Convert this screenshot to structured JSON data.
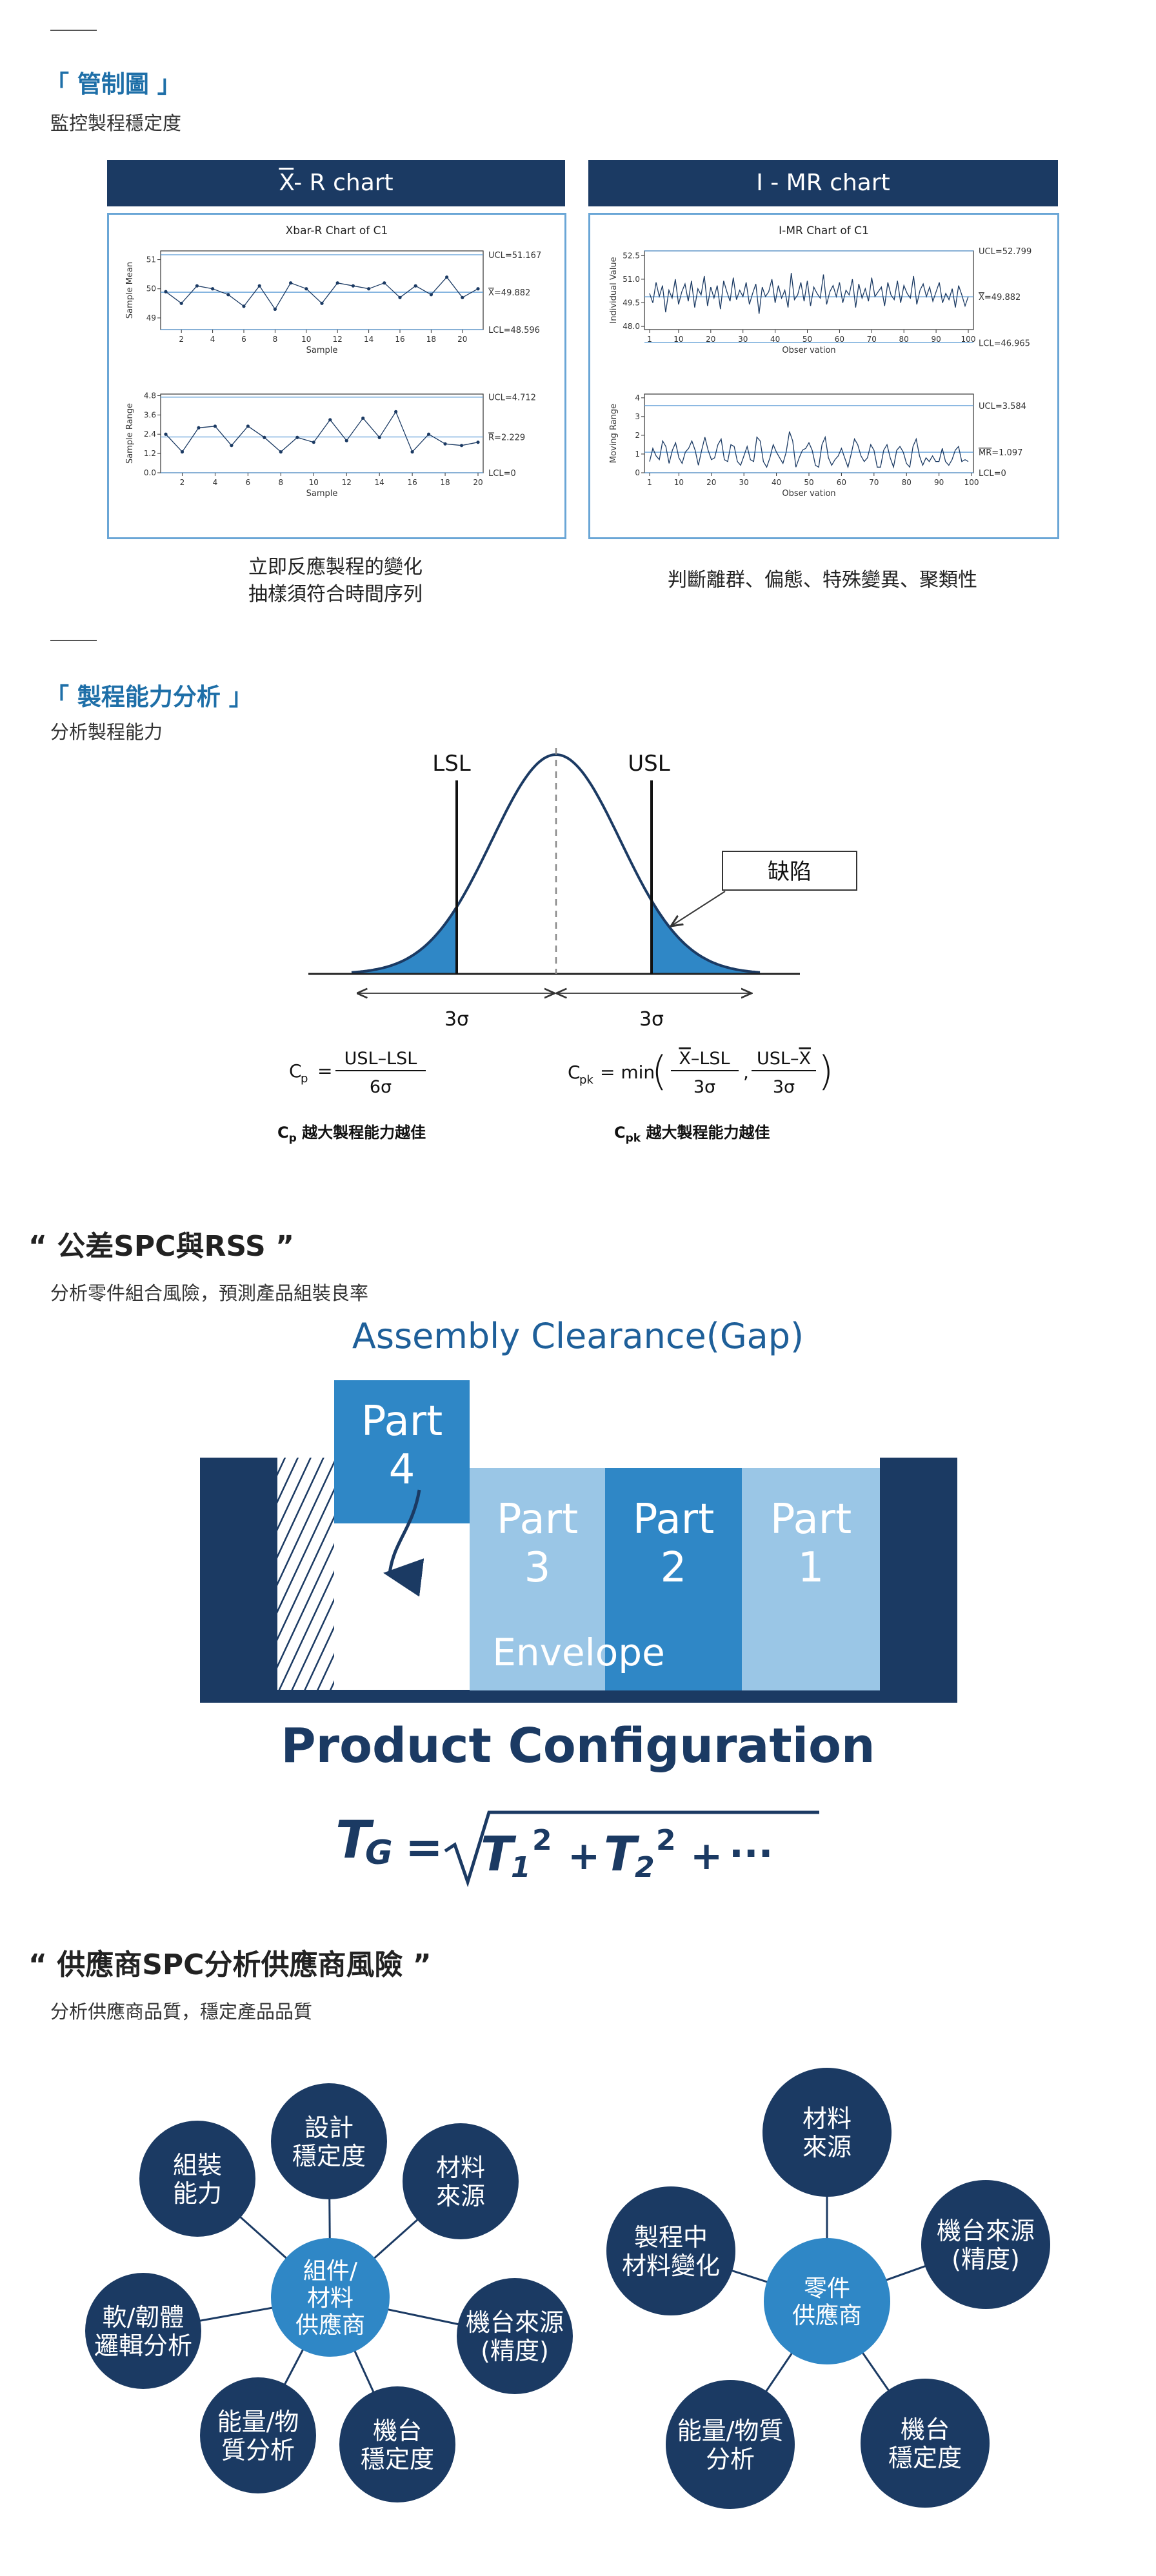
{
  "section1": {
    "title": "「 管制圖 」",
    "subtitle": "監控製程穩定度",
    "xbar_header": "- R chart",
    "xbar_header_symbol": "X",
    "imr_header": "I - MR chart",
    "xbar_chart_title": "Xbar-R Chart of C1",
    "imr_chart_title": "I-MR Chart of C1",
    "xbar_ylabel_top": "Sample Mean",
    "xbar_ylabel_bottom": "Sample Range",
    "xbar_xlabel": "Sample",
    "imr_ylabel_top": "Individual Value",
    "imr_ylabel_bottom": "Moving Range",
    "imr_xlabel": "Obser vation",
    "xbar_ucl": "UCL=51.167",
    "xbar_center": "=49.882",
    "xbar_lcl": "LCL=48.596",
    "r_ucl": "UCL=4.712",
    "r_center": "=2.229",
    "r_lcl": "LCL=0",
    "i_ucl": "UCL=52.799",
    "i_center": "=49.882",
    "i_lcl": "LCL=46.965",
    "mr_ucl": "UCL=3.584",
    "mr_center": "=1.097",
    "mr_lcl": "LCL=0",
    "caption_left_1": "立即反應製程的變化",
    "caption_left_2": "抽樣須符合時間序列",
    "caption_right": "判斷離群、偏態、特殊變異、聚類性"
  },
  "section2": {
    "title": "「 製程能力分析 」",
    "subtitle": "分析製程能力",
    "lsl": "LSL",
    "usl": "USL",
    "defect": "缺陷",
    "sigma_left": "3σ",
    "sigma_right": "3σ",
    "cp_caption": "越大製程能力越佳",
    "cpk_caption": "越大製程能力越佳"
  },
  "section3": {
    "title": "“ 公差SPC與RSS ”",
    "subtitle": "分析零件組合風險，預測產品組裝良率",
    "diagram_title": "Assembly Clearance(Gap)",
    "part4": [
      "Part",
      "4"
    ],
    "part3": [
      "Part",
      "3"
    ],
    "part2": [
      "Part",
      "2"
    ],
    "part1": [
      "Part",
      "1"
    ],
    "envelope": "Envelope",
    "config_title": "Product Configuration"
  },
  "section4": {
    "title": "“ 供應商SPC分析供應商風險 ”",
    "subtitle": "分析供應商品質，穩定產品品質",
    "left_center": [
      "組件/",
      "材料",
      "供應商"
    ],
    "left_nodes": [
      [
        "設計",
        "穩定度"
      ],
      [
        "材料",
        "來源"
      ],
      [
        "機台來源",
        "(精度)"
      ],
      [
        "機台",
        "穩定度"
      ],
      [
        "能量/物",
        "質分析"
      ],
      [
        "軟/韌體",
        "邏輯分析"
      ],
      [
        "組裝",
        "能力"
      ]
    ],
    "right_center": [
      "零件",
      "供應商"
    ],
    "right_nodes": [
      [
        "材料",
        "來源"
      ],
      [
        "機台來源",
        "(精度)"
      ],
      [
        "機台",
        "穩定度"
      ],
      [
        "能量/物質",
        "分析"
      ],
      [
        "製程中",
        "材料變化"
      ]
    ]
  },
  "colors": {
    "navy": "#1b3a63",
    "blue": "#2f87c6",
    "light_blue": "#9ac6e6",
    "heading_blue": "#1e6fa8"
  },
  "chart_data": [
    {
      "type": "line",
      "title": "Xbar-R Chart of C1",
      "panel": "Sample Mean",
      "xlabel": "Sample",
      "ylabel": "Sample Mean",
      "x": [
        1,
        2,
        3,
        4,
        5,
        6,
        7,
        8,
        9,
        10,
        11,
        12,
        13,
        14,
        15,
        16,
        17,
        18,
        19,
        20
      ],
      "values": [
        49.9,
        49.5,
        50.1,
        50.0,
        49.8,
        49.4,
        50.1,
        49.3,
        50.2,
        50.0,
        49.5,
        50.2,
        50.1,
        50.0,
        50.2,
        49.7,
        50.1,
        49.8,
        50.4,
        49.7,
        50.0
      ],
      "ucl": 51.167,
      "center": 49.882,
      "lcl": 48.596,
      "ylim": [
        48.6,
        51.3
      ],
      "yticks": [
        49,
        50,
        51
      ],
      "xticks": [
        2,
        4,
        6,
        8,
        10,
        12,
        14,
        16,
        18,
        20
      ]
    },
    {
      "type": "line",
      "title": "Xbar-R Chart of C1",
      "panel": "Sample Range",
      "xlabel": "Sample",
      "ylabel": "Sample Range",
      "x": [
        1,
        2,
        3,
        4,
        5,
        6,
        7,
        8,
        9,
        10,
        11,
        12,
        13,
        14,
        15,
        16,
        17,
        18,
        19,
        20
      ],
      "values": [
        2.4,
        1.3,
        2.8,
        2.9,
        1.7,
        2.9,
        2.2,
        1.3,
        2.2,
        1.9,
        3.3,
        2.0,
        3.4,
        2.2,
        3.8,
        1.3,
        2.4,
        1.8,
        1.7,
        1.9
      ],
      "ucl": 4.712,
      "center": 2.229,
      "lcl": 0,
      "ylim": [
        0,
        4.9
      ],
      "yticks": [
        0.0,
        1.2,
        2.4,
        3.6,
        4.8
      ],
      "xticks": [
        2,
        4,
        6,
        8,
        10,
        12,
        14,
        16,
        18,
        20
      ]
    },
    {
      "type": "line",
      "title": "I-MR Chart of C1",
      "panel": "Individual Value",
      "xlabel": "Obser vation",
      "ylabel": "Individual Value",
      "values": [
        50.1,
        49.5,
        50.8,
        49.9,
        50.6,
        48.9,
        50.3,
        49.8,
        51.0,
        49.4,
        50.2,
        50.7,
        49.6,
        50.9,
        49.2,
        50.4,
        50.0,
        51.2,
        49.3,
        50.5,
        49.8,
        50.6,
        49.1,
        50.9,
        50.2,
        49.6,
        51.1,
        49.7,
        50.3,
        49.9,
        50.8,
        49.4,
        50.1,
        50.7,
        48.8,
        50.5,
        49.9,
        50.2,
        51.0,
        49.5,
        50.6,
        49.8,
        50.3,
        49.2,
        51.4,
        49.7,
        50.0,
        50.8,
        49.6,
        50.9,
        49.3,
        50.5,
        50.1,
        49.8,
        51.3,
        49.4,
        50.2,
        50.6,
        49.9,
        50.8,
        49.5,
        50.3,
        50.0,
        51.0,
        49.2,
        50.7,
        49.8,
        50.4,
        49.6,
        51.1,
        49.9,
        50.2,
        50.5,
        49.3,
        50.8,
        50.0,
        49.7,
        50.9,
        49.5,
        50.6,
        50.1,
        49.8,
        51.2,
        49.4,
        50.3,
        50.7,
        49.9,
        50.5,
        49.6,
        50.2,
        50.8,
        49.5,
        50.1,
        49.7,
        50.4,
        49.2,
        50.6,
        50.0,
        49.3,
        49.9
      ],
      "ucl": 52.799,
      "center": 49.882,
      "lcl": 46.965,
      "ylim": [
        47.8,
        52.8
      ],
      "yticks": [
        48.0,
        49.5,
        51.0,
        52.5
      ],
      "xticks": [
        1,
        10,
        20,
        30,
        40,
        50,
        60,
        70,
        80,
        90,
        100
      ]
    },
    {
      "type": "line",
      "title": "I-MR Chart of C1",
      "panel": "Moving Range",
      "xlabel": "Obser vation",
      "ylabel": "Moving Range",
      "values": [
        0.6,
        1.3,
        0.9,
        0.7,
        1.7,
        1.4,
        0.5,
        1.2,
        1.6,
        0.8,
        0.5,
        1.1,
        1.3,
        1.7,
        1.2,
        0.4,
        1.2,
        1.9,
        1.2,
        0.7,
        0.8,
        1.5,
        1.8,
        0.7,
        0.6,
        1.5,
        1.4,
        0.6,
        0.4,
        0.9,
        1.4,
        0.7,
        0.6,
        1.9,
        1.7,
        0.6,
        0.3,
        0.8,
        1.5,
        1.1,
        0.8,
        0.5,
        1.1,
        2.2,
        1.7,
        0.3,
        0.8,
        1.2,
        1.3,
        1.6,
        1.2,
        0.4,
        0.3,
        1.5,
        1.9,
        0.8,
        0.4,
        0.7,
        0.9,
        1.3,
        0.8,
        0.3,
        1.0,
        1.8,
        1.5,
        0.9,
        0.6,
        0.8,
        1.5,
        1.2,
        0.3,
        0.3,
        1.2,
        1.5,
        0.8,
        0.3,
        1.2,
        1.4,
        1.1,
        0.5,
        0.3,
        1.4,
        1.8,
        0.9,
        0.4,
        0.8,
        0.6,
        0.9,
        0.6,
        0.6,
        1.3,
        0.6,
        0.4,
        0.7,
        1.2,
        1.4,
        0.6,
        0.7,
        0.6
      ],
      "ucl": 3.584,
      "center": 1.097,
      "lcl": 0,
      "ylim": [
        0,
        4.2
      ],
      "yticks": [
        0,
        1,
        2,
        3,
        4
      ],
      "xticks": [
        1,
        10,
        20,
        30,
        40,
        50,
        60,
        70,
        80,
        90,
        100
      ]
    }
  ]
}
